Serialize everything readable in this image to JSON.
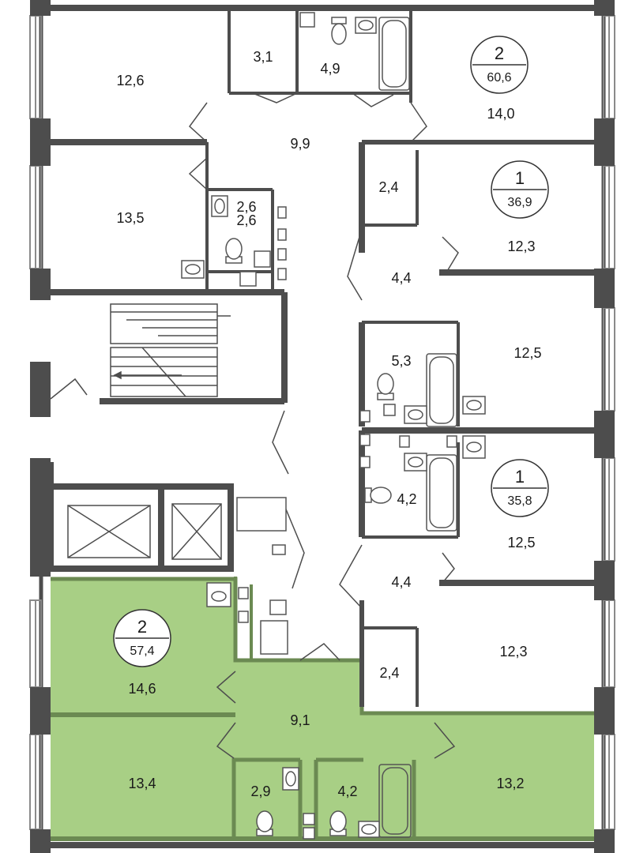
{
  "colors": {
    "wall": "#4d4d4d",
    "window": "#8a8a8a",
    "highlight": "#a8cf85",
    "highlight_wall": "#6b8a52",
    "fixture": "#555555"
  },
  "apartments": [
    {
      "rooms": "2",
      "area": "60,6"
    },
    {
      "rooms": "1",
      "area": "36,9"
    },
    {
      "rooms": "1",
      "area": "35,8"
    },
    {
      "rooms": "2",
      "area": "57,4",
      "highlighted": true
    }
  ],
  "rooms": [
    "12,6",
    "3,1",
    "4,9",
    "14,0",
    "9,9",
    "13,5",
    "2,6",
    "2,6",
    "2,4",
    "12,3",
    "4,4",
    "5,3",
    "12,5",
    "4,2",
    "12,5",
    "4,4",
    "12,3",
    "2,4",
    "14,6",
    "9,1",
    "13,4",
    "2,9",
    "4,2",
    "13,2"
  ],
  "icons": {
    "stair": "staircase-icon",
    "elevator": "elevator-shaft-icon",
    "toilet": "toilet-icon",
    "sink": "sink-icon",
    "bathtub": "bathtub-icon"
  }
}
